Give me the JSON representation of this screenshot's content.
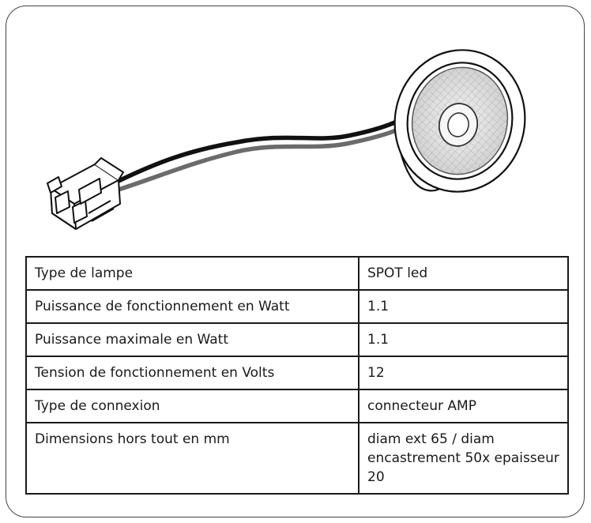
{
  "product": {
    "illustration_icon": "led-spot-with-amp-connector-icon"
  },
  "specs_table": {
    "rows": [
      {
        "label": "Type de lampe",
        "value": "SPOT led"
      },
      {
        "label": "Puissance de fonctionnement en Watt",
        "value": "1.1"
      },
      {
        "label": "Puissance maximale en Watt",
        "value": "1.1"
      },
      {
        "label": "Tension de fonctionnement en Volts",
        "value": "12"
      },
      {
        "label": "Type de connexion",
        "value": "connecteur AMP"
      },
      {
        "label": "Dimensions hors tout en mm",
        "value": "diam ext 65 / diam encastrement 50x epaisseur 20"
      }
    ]
  }
}
